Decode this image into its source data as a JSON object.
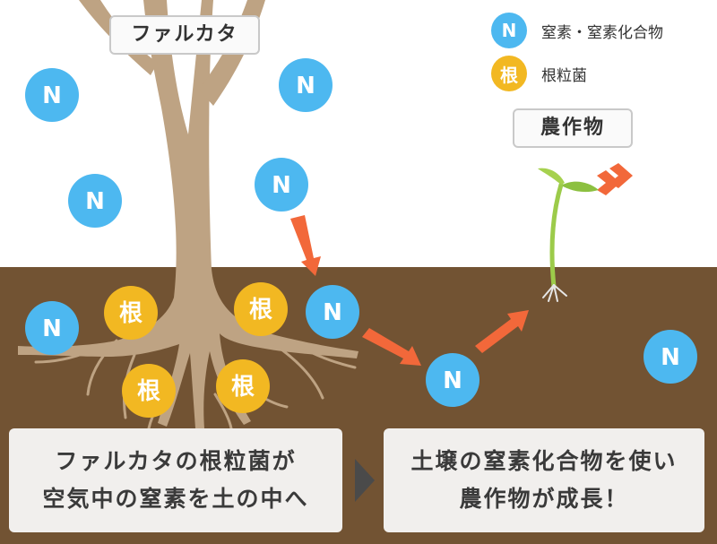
{
  "labels": {
    "tree": "ファルカタ",
    "crop": "農作物"
  },
  "legend": [
    {
      "symbol": "N",
      "text": "窒素・窒素化合物",
      "color": "#4db8f0"
    },
    {
      "symbol": "根",
      "text": "根粒菌",
      "color": "#f2b822"
    }
  ],
  "nitrogen_symbol": "N",
  "nodule_symbol": "根",
  "captions": {
    "left": [
      "ファルカタの根粒菌が",
      "空気中の窒素を土の中へ"
    ],
    "right": [
      "土壌の窒素化合物を使い",
      "農作物が成長！"
    ]
  },
  "colors": {
    "sky": "#ffffff",
    "soil": "#725333",
    "trunk": "#bea383",
    "nitrogen": "#4db8f0",
    "nodule": "#f2b822",
    "arrow": "#f2683a",
    "sprout": "#9ccb4a"
  }
}
